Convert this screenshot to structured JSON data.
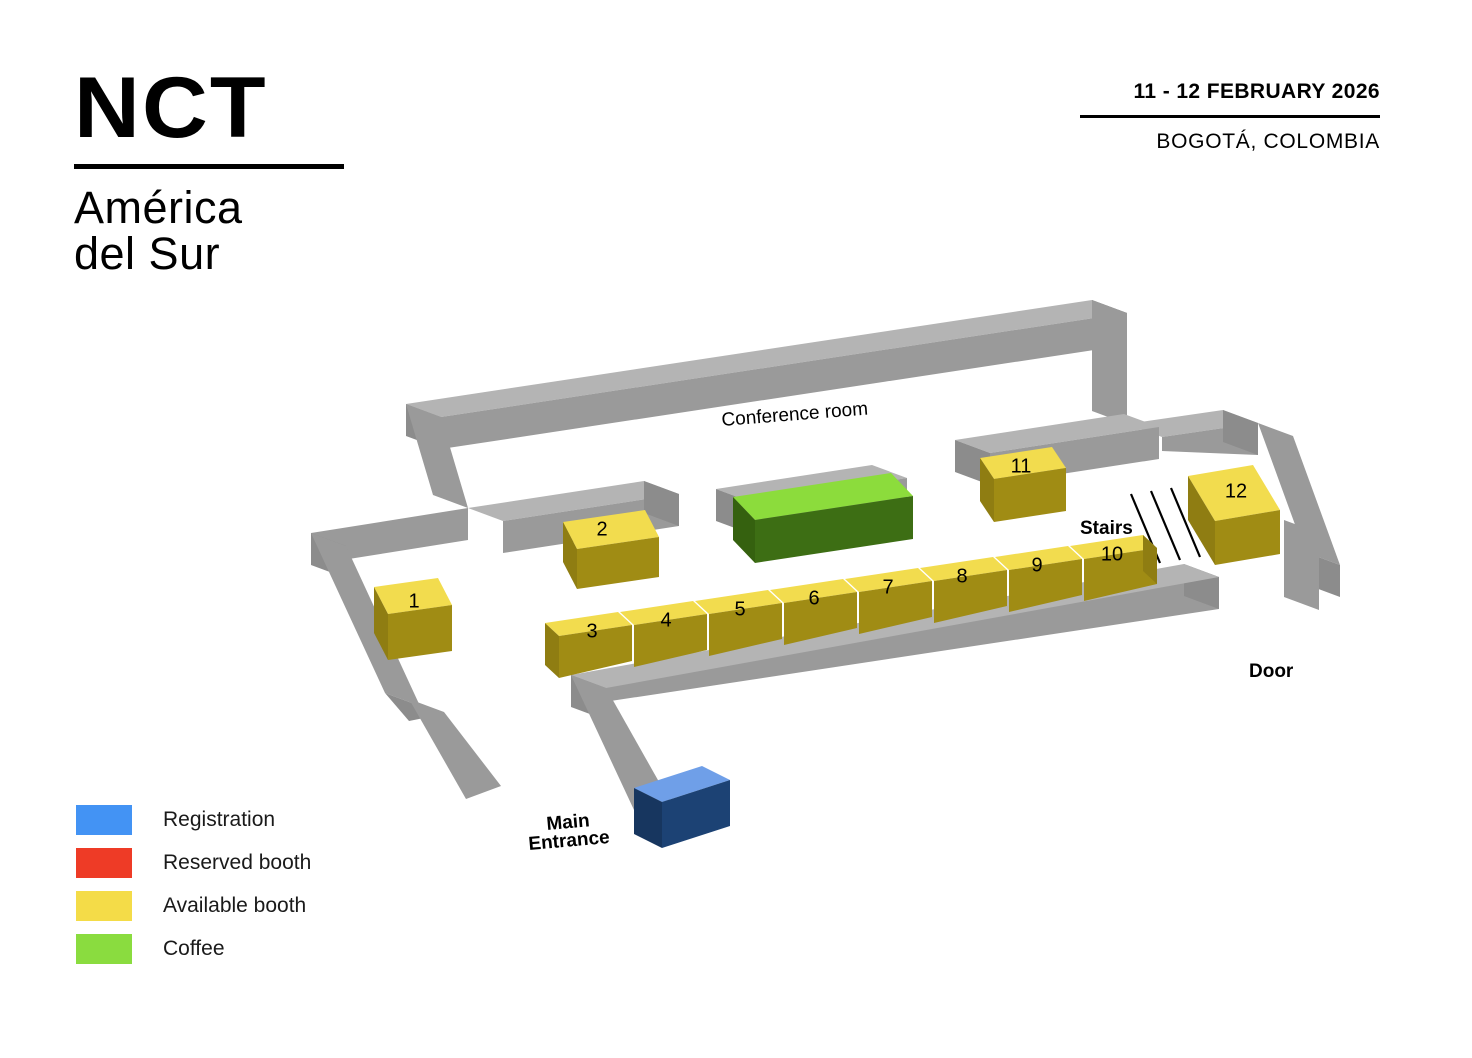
{
  "brand": {
    "wordmark": "NCT",
    "subtitle": "América\ndel Sur"
  },
  "event": {
    "date": "11 - 12 FEBRUARY 2026",
    "location": "BOGOTÁ, COLOMBIA"
  },
  "legend": {
    "items": [
      {
        "label": "Registration",
        "color": "#4393F4"
      },
      {
        "label": "Reserved booth",
        "color": "#EE3B26"
      },
      {
        "label": "Available booth",
        "color": "#F4DC48"
      },
      {
        "label": "Coffee",
        "color": "#8ADC3F"
      }
    ]
  },
  "floorplan": {
    "labels": {
      "conference_room": "Conference room",
      "stairs": "Stairs",
      "door": "Door",
      "main_entrance_line1": "Main",
      "main_entrance_line2": "Entrance"
    },
    "colors": {
      "wall_top": "#9A9A9A",
      "wall_side": "#8C8C8C",
      "wall_edge": "#B4B4B4",
      "booth_top": "#F2DC4E",
      "booth_front": "#A08C14",
      "booth_side": "#8F7D12",
      "coffee_top": "#8CDC3C",
      "coffee_front": "#3D6E14",
      "coffee_side": "#35610F",
      "registration_top": "#6F9FE8",
      "registration_front": "#1C4274",
      "registration_side": "#17365F"
    },
    "booths": [
      {
        "id": "1",
        "status": "available"
      },
      {
        "id": "2",
        "status": "available"
      },
      {
        "id": "3",
        "status": "available"
      },
      {
        "id": "4",
        "status": "available"
      },
      {
        "id": "5",
        "status": "available"
      },
      {
        "id": "6",
        "status": "available"
      },
      {
        "id": "7",
        "status": "available"
      },
      {
        "id": "8",
        "status": "available"
      },
      {
        "id": "9",
        "status": "available"
      },
      {
        "id": "10",
        "status": "available"
      },
      {
        "id": "11",
        "status": "available"
      },
      {
        "id": "12",
        "status": "available"
      }
    ]
  }
}
